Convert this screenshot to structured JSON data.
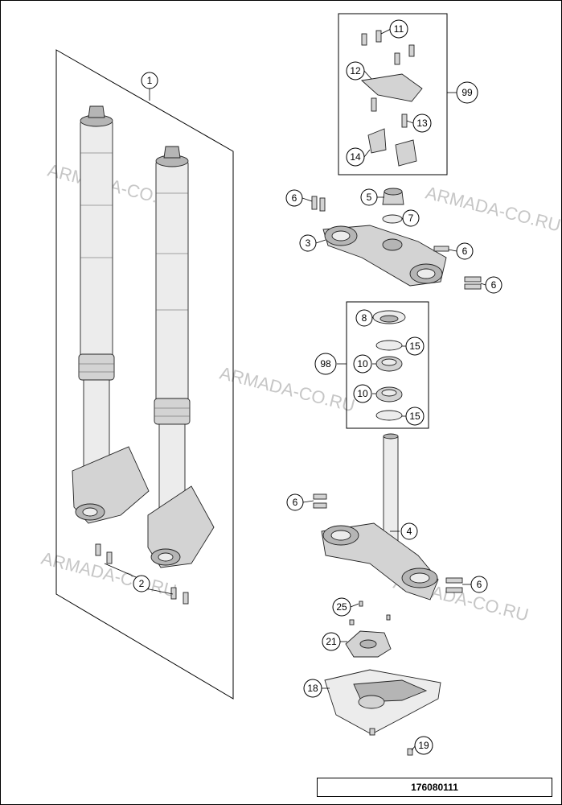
{
  "callouts": {
    "c1": "1",
    "c2": "2",
    "c3": "3",
    "c4": "4",
    "c5": "5",
    "c6a": "6",
    "c6b": "6",
    "c6c": "6",
    "c6d": "6",
    "c6e": "6",
    "c7": "7",
    "c8": "8",
    "c10a": "10",
    "c10b": "10",
    "c11": "11",
    "c12": "12",
    "c13": "13",
    "c14": "14",
    "c15a": "15",
    "c15b": "15",
    "c18": "18",
    "c19": "19",
    "c21": "21",
    "c25": "25",
    "c98": "98",
    "c99": "99"
  },
  "watermark": "ARMADA-CO.RU",
  "catalog_number": "176080111",
  "colors": {
    "line": "#000000",
    "part_fill": "#d3d3d3",
    "watermark": "#bdbdbd"
  }
}
